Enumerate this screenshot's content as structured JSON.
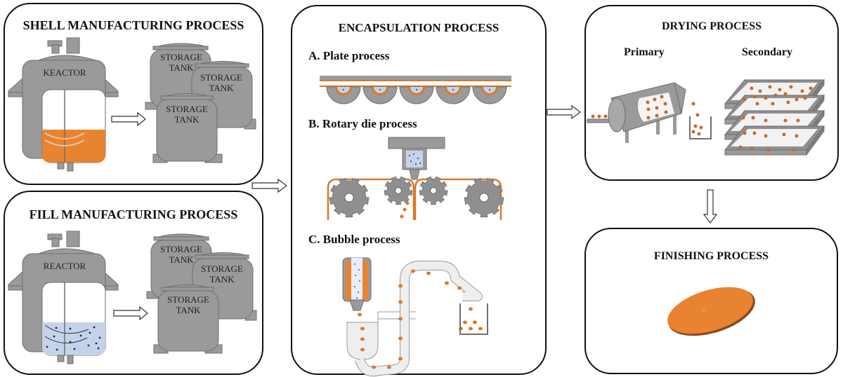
{
  "diagram": {
    "colors": {
      "machine_gray": "#9a9a9a",
      "machine_stroke": "#6e6e6e",
      "shell_orange": "#e8832f",
      "fill_blue": "#c5d3ea",
      "capsule_orange": "#d9782a",
      "border": "#111111"
    },
    "panels": {
      "shell": {
        "title": "SHELL MANUFACTURING PROCESS",
        "reactor_label": "KEACTOR",
        "tanks": [
          "STORAGE TANK",
          "STORAGE TANK",
          "STORAGE TANK"
        ]
      },
      "fill": {
        "title": "FILL MANUFACTURING PROCESS",
        "reactor_label": "REACTOR",
        "tanks": [
          "STORAGE TANK",
          "STORAGE TANK",
          "STORAGE TANK"
        ]
      },
      "encapsulation": {
        "title": "ENCAPSULATION PROCESS",
        "sub_a": "A. Plate process",
        "sub_b": "B. Rotary die process",
        "sub_c": "C. Bubble process"
      },
      "drying": {
        "title": "DRYING PROCESS",
        "primary": "Primary",
        "secondary": "Secondary"
      },
      "finishing": {
        "title": "FINISHING PROCESS"
      }
    },
    "flow": [
      {
        "from": "shell-reactor",
        "to": "shell-storage"
      },
      {
        "from": "fill-reactor",
        "to": "fill-storage"
      },
      {
        "from": "manufacturing",
        "to": "encapsulation"
      },
      {
        "from": "encapsulation",
        "to": "drying"
      },
      {
        "from": "drying",
        "to": "finishing"
      }
    ]
  }
}
